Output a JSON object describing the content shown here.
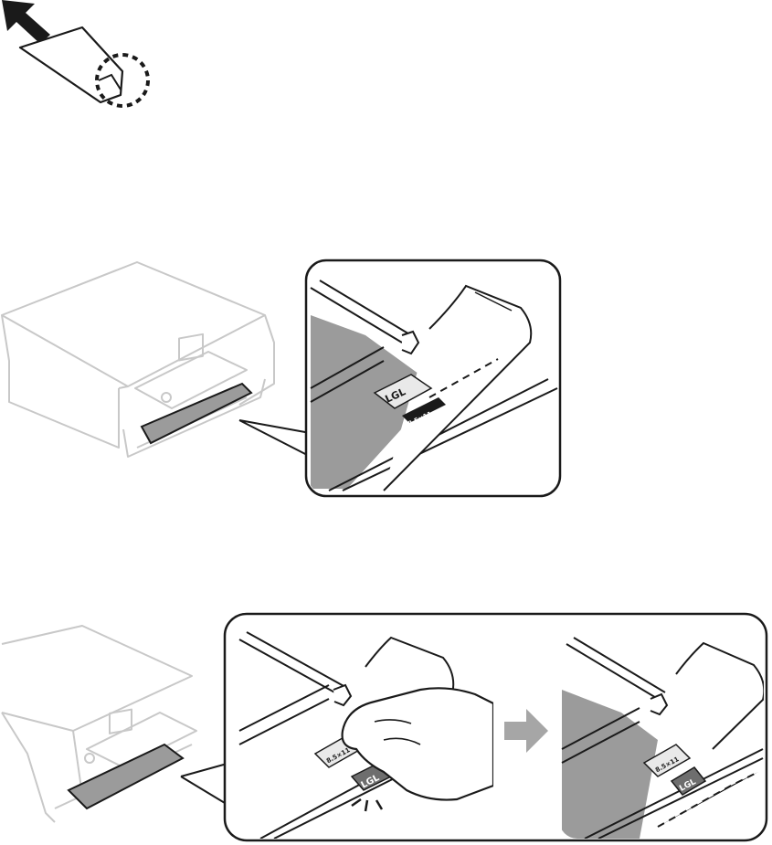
{
  "figure": {
    "step1": {
      "icon": "paper-corner-pull-icon",
      "arrow_icon": "arrow-up-left-icon"
    },
    "step2": {
      "printer_icon": "printer-icon",
      "callout_icon": "paper-cassette-guide-icon",
      "guide_label": "LGL",
      "guide_label_small": "8.5×11"
    },
    "step3": {
      "printer_icon": "printer-icon",
      "hand_icon": "hand-pinch-icon",
      "before_label": "LGL",
      "before_small_label": "8.5×11",
      "after_label": "LGL",
      "after_small_label": "8.5×11",
      "arrow_icon": "arrow-right-icon"
    }
  },
  "colors": {
    "ink": "#1a1a1a",
    "printer_line": "#c8c8c8",
    "paper_fill": "#9b9b9b",
    "paper_dark": "#6e6e6e",
    "label_fill": "#e9e9e9",
    "arrow_gray": "#a6a6a6"
  }
}
